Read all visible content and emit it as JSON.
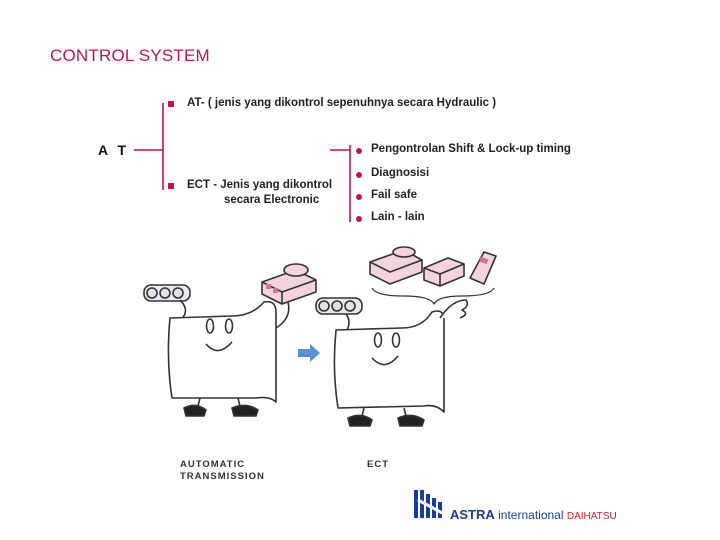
{
  "title": "CONTROL SYSTEM",
  "root_label": "A T",
  "branches": [
    {
      "line1": "AT- ( jenis yang dikontrol sepenuhnya secara Hydraulic )",
      "line2": ""
    },
    {
      "line1": "ECT - Jenis yang dikontrol",
      "line2": "secara Electronic"
    }
  ],
  "ect_features": [
    "Pengontrolan Shift & Lock-up timing",
    "Diagnosisi",
    "Fail safe",
    "Lain - lain"
  ],
  "illustration_captions": {
    "left_line1": "AUTOMATIC",
    "left_line2": "TRANSMISSION",
    "right": "ECT"
  },
  "logo": {
    "brand": "ASTRA",
    "word": "international",
    "partner": "DAIHATSU"
  },
  "colors": {
    "accent": "#c0145a",
    "arrow": "#5b8fd6",
    "logo_blue": "#1a3f8f",
    "logo_red": "#d0202a"
  }
}
